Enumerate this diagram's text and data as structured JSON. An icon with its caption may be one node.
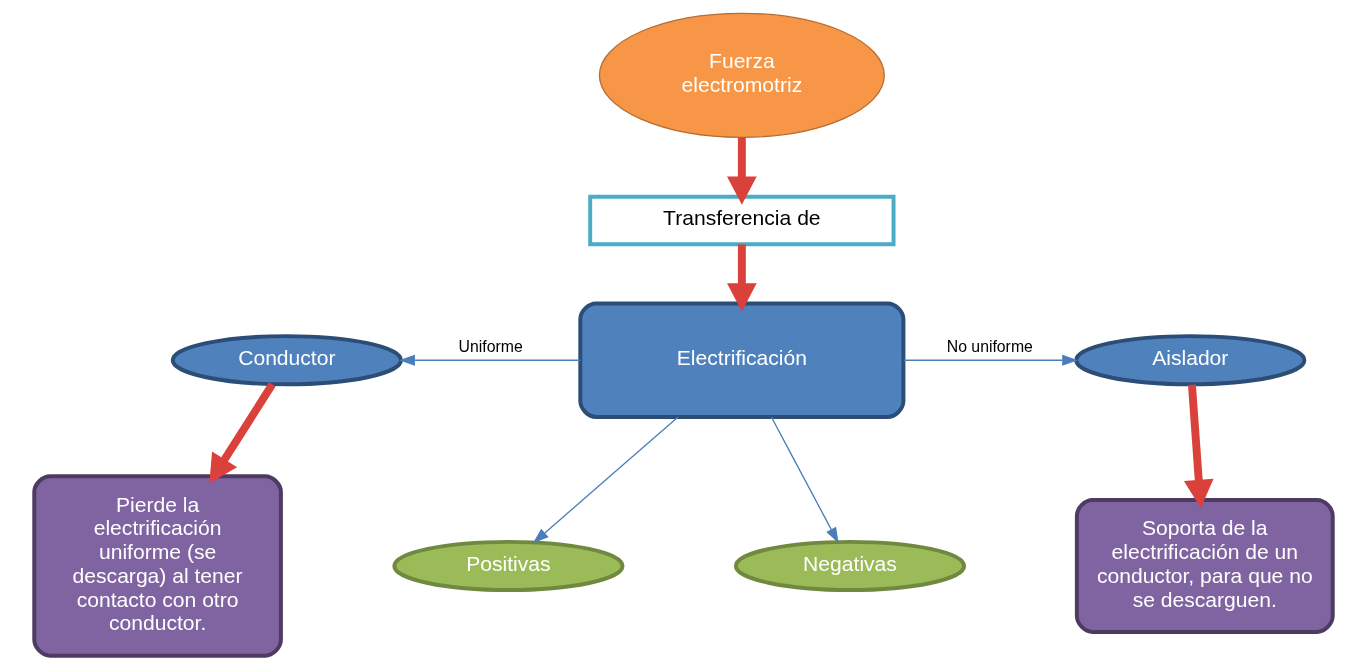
{
  "diagram": {
    "nodes": [
      {
        "text": [
          "Fuerza electromotriz"
        ]
      },
      {
        "text": [
          "Transferencia de"
        ]
      },
      {
        "text": [
          "Electrificación"
        ]
      },
      {
        "text": [
          "Conductor"
        ]
      },
      {
        "text": [
          "Aislador"
        ]
      },
      {
        "text": [
          "Pierde la electrificación uniforme (se descarga) al tener contacto con otro conductor."
        ]
      },
      {
        "text": [
          "Soporta de la electrificación de un conductor, para que no se descarguen."
        ]
      },
      {
        "text": [
          "Positivas"
        ]
      },
      {
        "text": [
          "Negativas"
        ]
      }
    ],
    "edges": [
      {
        "from": 0,
        "to": 1,
        "arrow": "to",
        "style": "thick",
        "color": "#d9413a"
      },
      {
        "from": 1,
        "to": 2,
        "arrow": "to",
        "style": "thick",
        "color": "#d9413a"
      },
      {
        "from": 2,
        "to": 3,
        "arrow": "to",
        "label": "Uniforme",
        "color": "#4a7ebb"
      },
      {
        "from": 2,
        "to": 4,
        "arrow": "to",
        "label": "No uniforme",
        "color": "#4a7ebb"
      },
      {
        "from": 3,
        "to": 5,
        "arrow": "to",
        "style": "thick",
        "color": "#d9413a"
      },
      {
        "from": 4,
        "to": 6,
        "arrow": "to",
        "style": "thick",
        "color": "#d9413a"
      },
      {
        "from": 2,
        "to": 7,
        "arrow": "to",
        "color": "#4a7ebb"
      },
      {
        "from": 2,
        "to": 8,
        "arrow": "to",
        "color": "#4a7ebb"
      }
    ]
  }
}
